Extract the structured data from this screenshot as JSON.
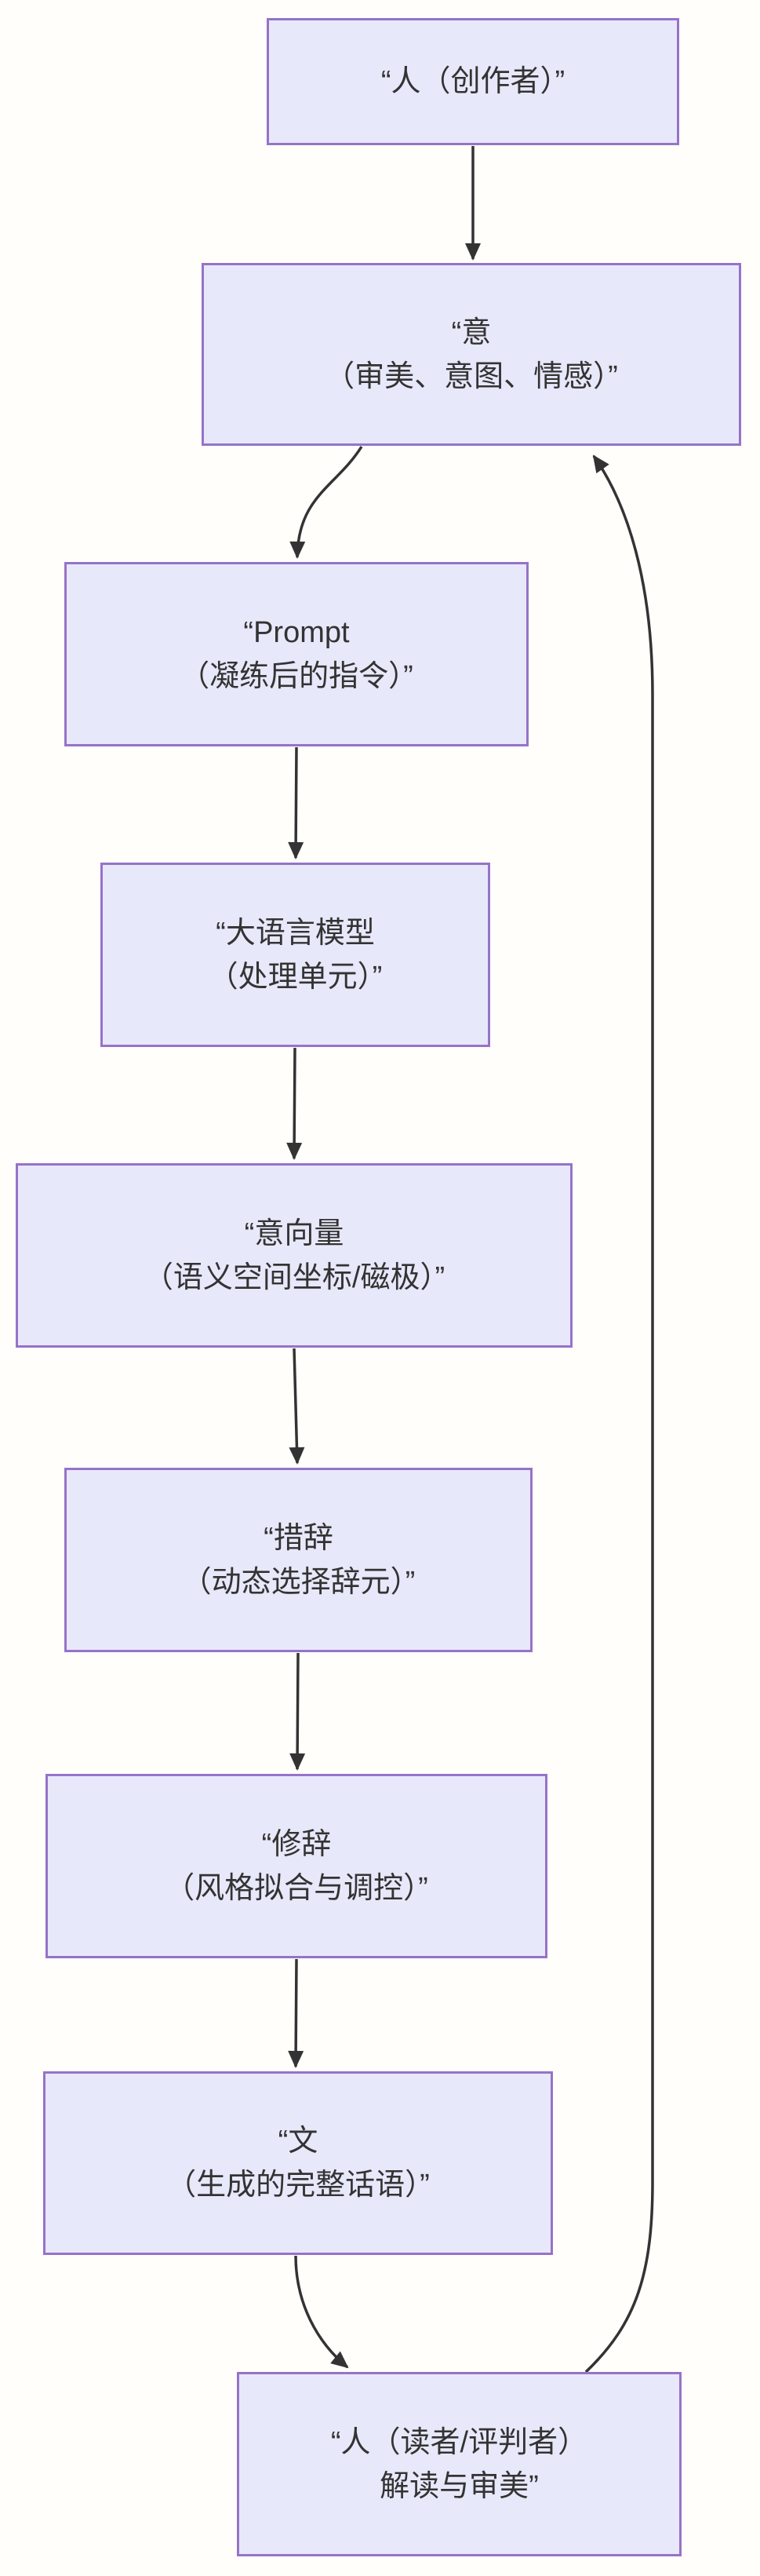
{
  "theme": {
    "background": "#FFFEFB",
    "node_fill": "#E8E8FB",
    "node_border": "#9673C8",
    "node_text": "#333333",
    "arrow_color": "#333333"
  },
  "diagram": {
    "type": "flowchart-top-down",
    "nodes": [
      {
        "id": "human-creator",
        "lines": [
          "“人（创作者）”"
        ]
      },
      {
        "id": "intent",
        "lines": [
          "“意",
          "（审美、意图、情感）”"
        ]
      },
      {
        "id": "prompt",
        "lines": [
          "“Prompt",
          "（凝练后的指令）”"
        ]
      },
      {
        "id": "llm",
        "lines": [
          "“大语言模型",
          "（处理单元）”"
        ]
      },
      {
        "id": "intent-vector",
        "lines": [
          "“意向量",
          "（语义空间坐标/磁极）”"
        ]
      },
      {
        "id": "diction",
        "lines": [
          "“措辞",
          "（动态选择辞元）”"
        ]
      },
      {
        "id": "rhetoric",
        "lines": [
          "“修辞",
          "（风格拟合与调控）”"
        ]
      },
      {
        "id": "text-output",
        "lines": [
          "“文",
          "（生成的完整话语）”"
        ]
      },
      {
        "id": "human-reader",
        "lines": [
          "“人（读者/评判者）",
          "解读与审美”"
        ]
      }
    ],
    "edges": [
      {
        "from": "human-creator",
        "to": "intent"
      },
      {
        "from": "intent",
        "to": "prompt"
      },
      {
        "from": "prompt",
        "to": "llm"
      },
      {
        "from": "llm",
        "to": "intent-vector"
      },
      {
        "from": "intent-vector",
        "to": "diction"
      },
      {
        "from": "diction",
        "to": "rhetoric"
      },
      {
        "from": "rhetoric",
        "to": "text-output"
      },
      {
        "from": "text-output",
        "to": "human-reader"
      },
      {
        "from": "human-reader",
        "to": "intent",
        "note": "feedback-loop"
      }
    ]
  }
}
